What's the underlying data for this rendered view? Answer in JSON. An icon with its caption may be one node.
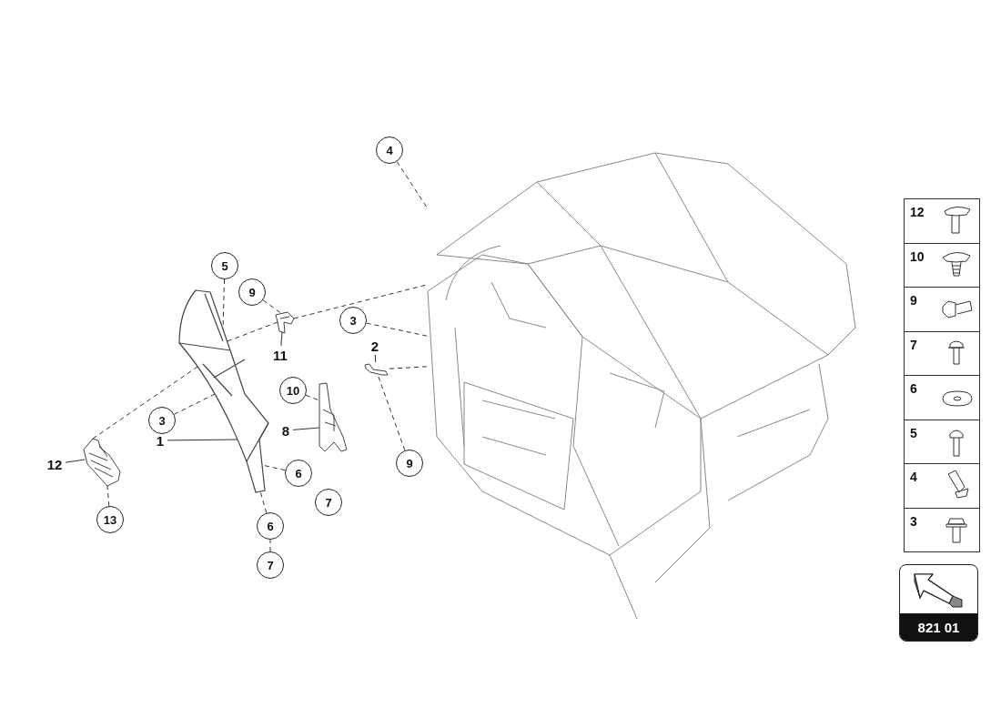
{
  "diagram": {
    "nodes": [
      {
        "text": [],
        "shape": "picture"
      },
      {
        "text": [
          "4"
        ]
      },
      {
        "text": [
          "5"
        ]
      },
      {
        "text": [
          "9"
        ]
      },
      {
        "text": [
          "11"
        ]
      },
      {
        "text": [],
        "shape": "picture"
      },
      {
        "text": [
          "3"
        ]
      },
      {
        "text": [],
        "shape": "picture"
      },
      {
        "text": [
          "3"
        ]
      },
      {
        "text": [
          "1"
        ]
      },
      {
        "text": [
          "10"
        ]
      },
      {
        "text": [
          "8"
        ]
      },
      {
        "text": [],
        "shape": "picture"
      },
      {
        "text": [
          "2"
        ]
      },
      {
        "text": [],
        "shape": "picture"
      },
      {
        "text": [
          "9"
        ]
      },
      {
        "text": [
          "6"
        ]
      },
      {
        "text": [
          "7"
        ]
      },
      {
        "text": [
          "6"
        ]
      },
      {
        "text": [
          "7"
        ]
      },
      {
        "text": [
          "12"
        ]
      },
      {
        "text": [],
        "shape": "picture"
      },
      {
        "text": [
          "13"
        ]
      }
    ],
    "edges": [
      {
        "from": 1,
        "to": 0,
        "arrow": "none",
        "style": "dashed"
      },
      {
        "from": 2,
        "to": 7,
        "arrow": "none",
        "style": "dashed"
      },
      {
        "from": 3,
        "to": 5,
        "arrow": "none",
        "style": "dashed"
      },
      {
        "from": 4,
        "to": 5,
        "arrow": "none"
      },
      {
        "from": 6,
        "to": 0,
        "arrow": "none",
        "style": "dashed"
      },
      {
        "from": 8,
        "to": 7,
        "arrow": "none",
        "style": "dashed"
      },
      {
        "from": 9,
        "to": 7,
        "arrow": "none"
      },
      {
        "from": 10,
        "to": 12,
        "arrow": "none",
        "style": "dashed"
      },
      {
        "from": 11,
        "to": 12,
        "arrow": "none"
      },
      {
        "from": 13,
        "to": 14,
        "arrow": "none"
      },
      {
        "from": 15,
        "to": 14,
        "arrow": "none",
        "style": "dashed"
      },
      {
        "from": 16,
        "to": 7,
        "arrow": "none",
        "style": "dashed"
      },
      {
        "from": 18,
        "to": 7,
        "arrow": "none",
        "style": "dashed"
      },
      {
        "from": 19,
        "to": 18,
        "arrow": "none",
        "style": "dashed"
      },
      {
        "from": 20,
        "to": 21,
        "arrow": "none"
      },
      {
        "from": 22,
        "to": 21,
        "arrow": "none",
        "style": "dashed"
      },
      {
        "from": 5,
        "to": 0,
        "arrow": "none",
        "style": "dashed"
      },
      {
        "from": 7,
        "to": 5,
        "arrow": "none",
        "style": "dashed"
      },
      {
        "from": 14,
        "to": 0,
        "arrow": "none",
        "style": "dashed"
      },
      {
        "from": 21,
        "to": 7,
        "arrow": "none",
        "style": "dashed"
      }
    ],
    "labels": [
      "12",
      "10",
      "9",
      "7",
      "6",
      "5",
      "4",
      "3",
      "821 01"
    ]
  }
}
